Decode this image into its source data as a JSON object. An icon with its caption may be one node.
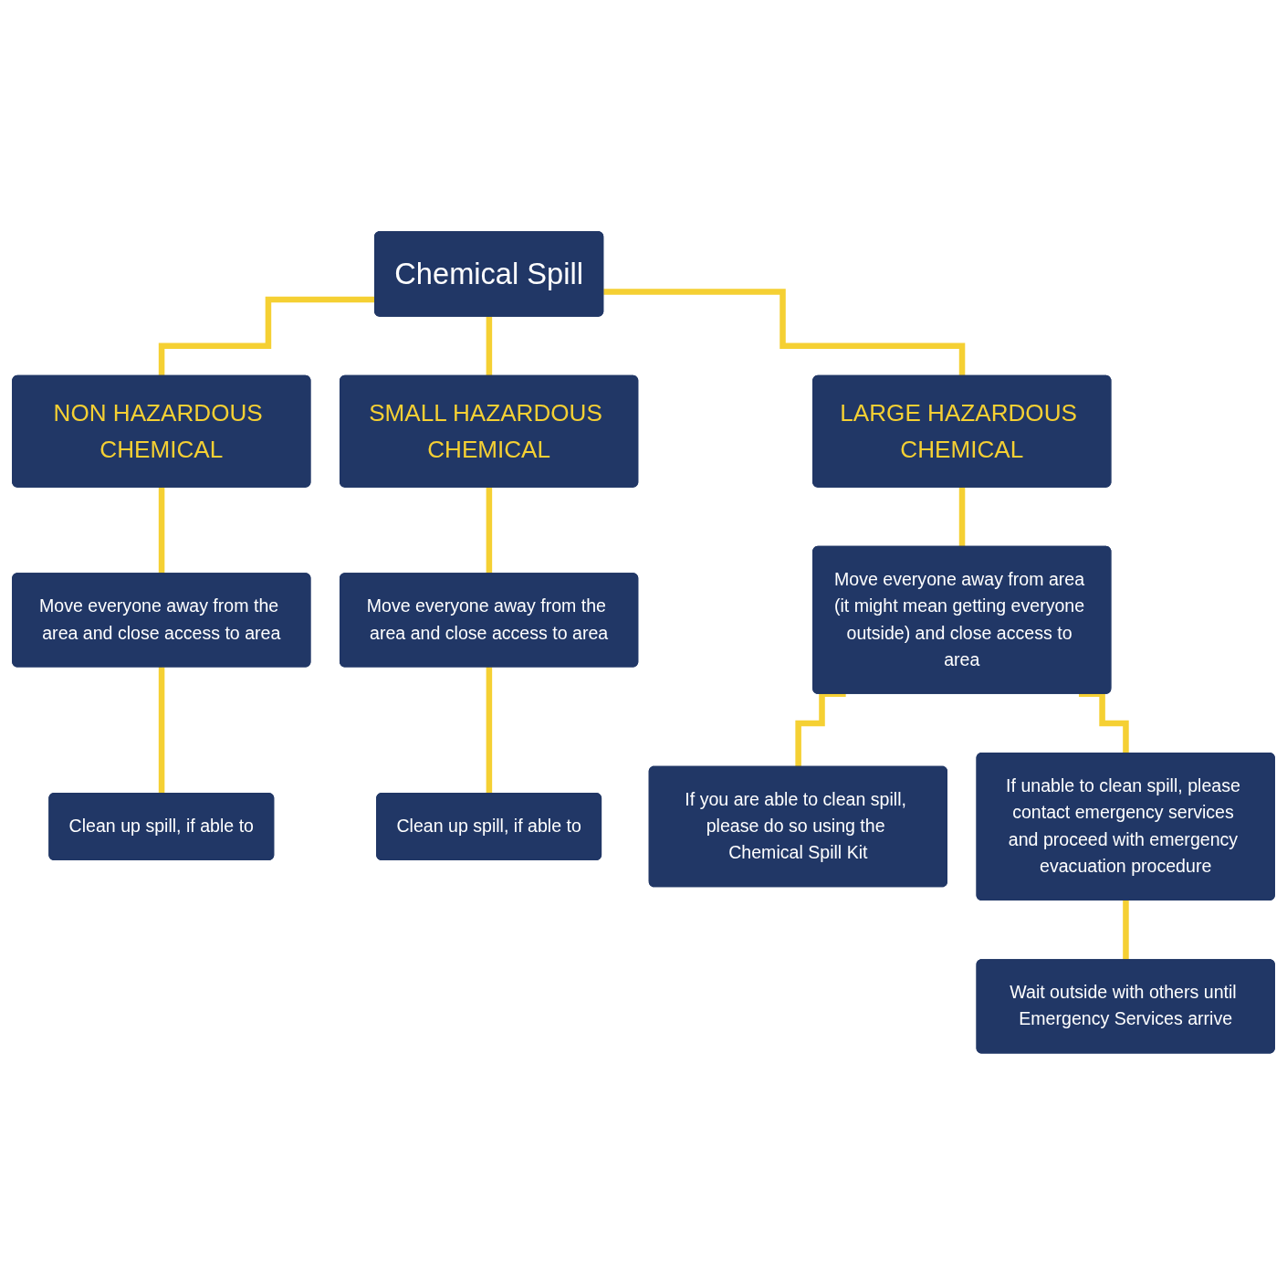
{
  "diagram": {
    "nodes": [
      {
        "text": [
          "Chemical Spill"
        ]
      },
      {
        "text": [
          "NON HAZARDOUS CHEMICAL"
        ]
      },
      {
        "text": [
          "SMALL HAZARDOUS CHEMICAL"
        ]
      },
      {
        "text": [
          "LARGE HAZARDOUS CHEMICAL"
        ]
      },
      {
        "text": [
          "Move everyone away from the area and close access to area"
        ]
      },
      {
        "text": [
          "Move everyone away from the area and close access to area"
        ]
      },
      {
        "text": [
          "Move everyone away from area (it might mean getting everyone outside) and close access to area"
        ]
      },
      {
        "text": [
          "Clean up spill, if able to"
        ]
      },
      {
        "text": [
          "Clean up spill, if able to"
        ]
      },
      {
        "text": [
          "If you are able to clean spill, please do so using the Chemical Spill Kit"
        ]
      },
      {
        "text": [
          "If unable to clean spill, please contact emergency services and proceed with emergency evacuation procedure"
        ]
      },
      {
        "text": [
          "Wait outside with others until Emergency Services arrive"
        ]
      }
    ],
    "edges": [
      {
        "from": 0,
        "to": 1,
        "arrow": "none"
      },
      {
        "from": 0,
        "to": 2,
        "arrow": "none"
      },
      {
        "from": 0,
        "to": 3,
        "arrow": "none"
      },
      {
        "from": 1,
        "to": 4,
        "arrow": "none"
      },
      {
        "from": 2,
        "to": 5,
        "arrow": "none"
      },
      {
        "from": 3,
        "to": 6,
        "arrow": "none"
      },
      {
        "from": 4,
        "to": 7,
        "arrow": "none"
      },
      {
        "from": 5,
        "to": 8,
        "arrow": "none"
      },
      {
        "from": 6,
        "to": 9,
        "arrow": "none"
      },
      {
        "from": 6,
        "to": 10,
        "arrow": "none"
      },
      {
        "from": 10,
        "to": 11,
        "arrow": "none"
      }
    ]
  }
}
